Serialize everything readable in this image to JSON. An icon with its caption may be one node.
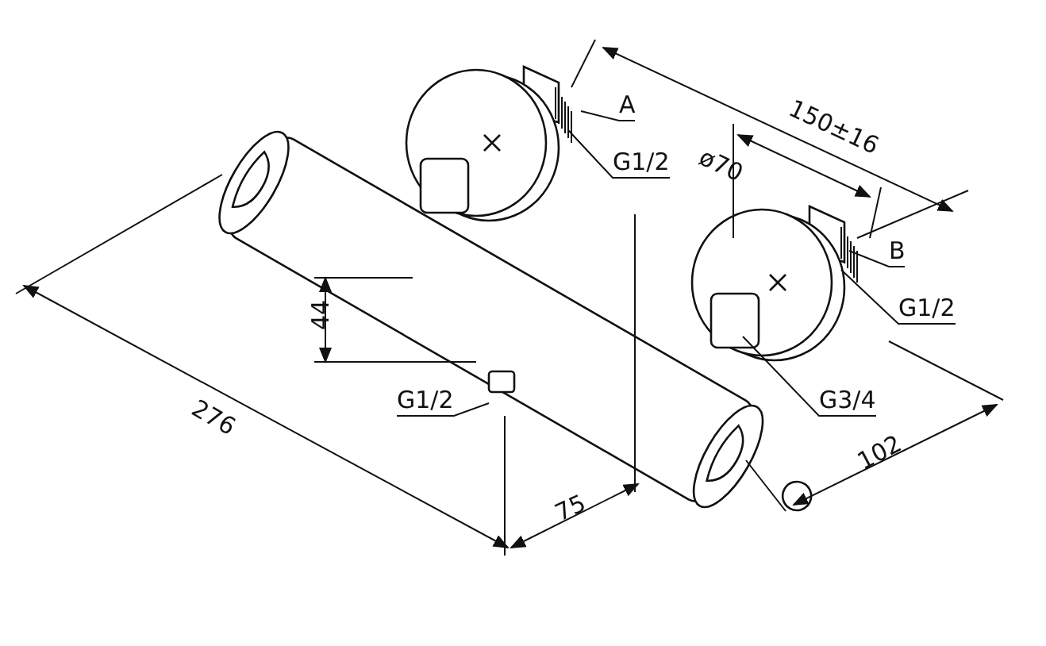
{
  "diagram": {
    "nodes": [
      {
        "text": [
          "A"
        ]
      },
      {
        "text": [
          "G1/2"
        ]
      },
      {
        "text": [
          "B"
        ]
      },
      {
        "text": [
          "G1/2"
        ]
      },
      {
        "text": [
          "G3/4"
        ]
      },
      {
        "text": [
          "G1/2"
        ]
      }
    ],
    "edges": [
      {
        "from": 0,
        "to": null,
        "arrow": "none"
      },
      {
        "from": 1,
        "to": null,
        "arrow": "none"
      },
      {
        "from": 2,
        "to": null,
        "arrow": "none"
      },
      {
        "from": 3,
        "to": null,
        "arrow": "none"
      },
      {
        "from": 4,
        "to": null,
        "arrow": "none"
      },
      {
        "from": 5,
        "to": null,
        "arrow": "none"
      }
    ],
    "labels": [
      "150±16",
      "ø70",
      "44",
      "276",
      "75",
      "102"
    ]
  }
}
